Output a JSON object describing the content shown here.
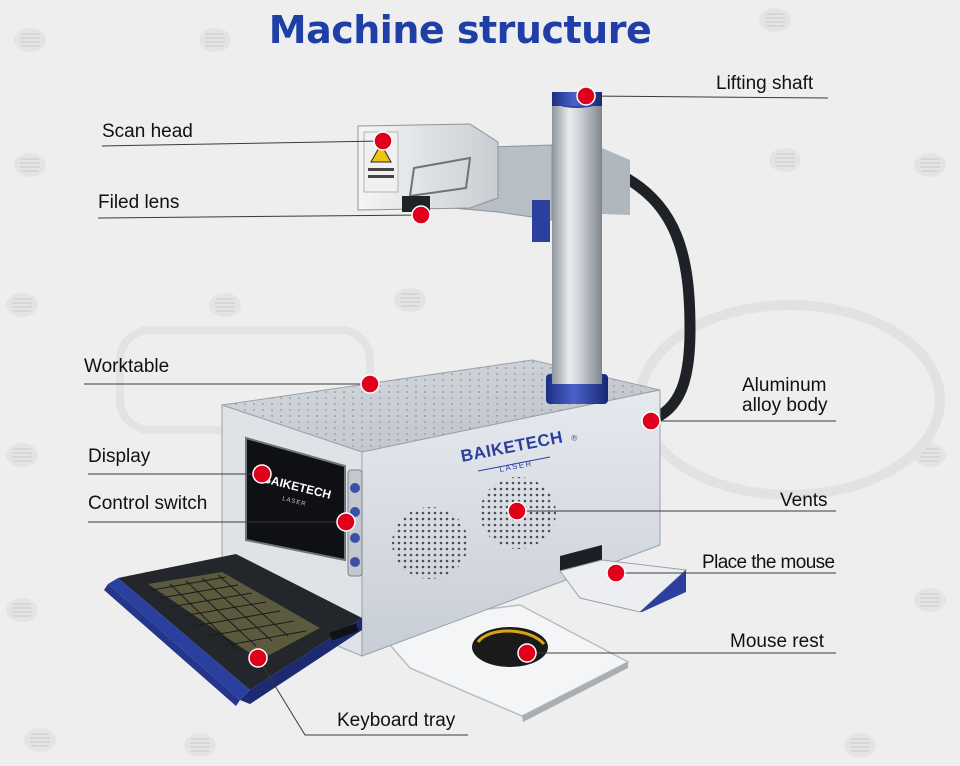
{
  "title": "Machine structure",
  "brand": {
    "name": "BAIKETECH",
    "registered": "®",
    "subline": "LASER"
  },
  "labels": {
    "lifting_shaft": "Lifting shaft",
    "scan_head": "Scan head",
    "filed_lens": "Filed lens",
    "worktable": "Worktable",
    "aluminum_line1": "Aluminum",
    "aluminum_line2": "alloy body",
    "display": "Display",
    "control_switch": "Control switch",
    "vents": "Vents",
    "place_the_mouse": "Place the mouse",
    "mouse_rest": "Mouse rest",
    "keyboard_tray": "Keyboard tray"
  },
  "colors": {
    "title": "#1f3fa6",
    "marker": "#e0001b",
    "accent_blue": "#2b3f9e",
    "leader_line": "#3a3a3a"
  }
}
